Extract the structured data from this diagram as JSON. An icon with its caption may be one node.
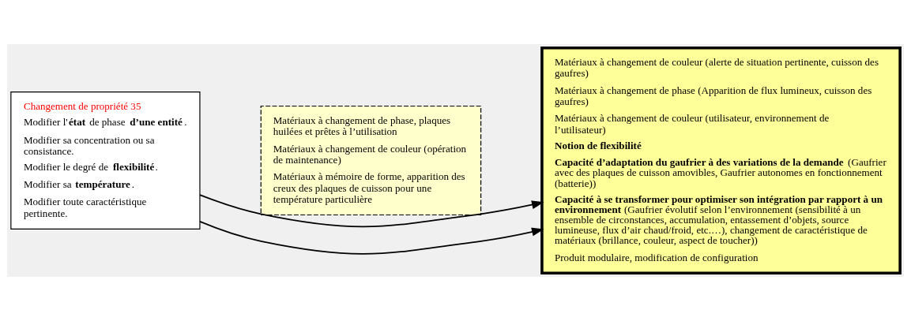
{
  "diagram": {
    "nodes": [
      {
        "text": [
          "Changement de propriété 35",
          "Modifier l'**état** de phase **d’une entité**.",
          "Modifier sa concentration ou sa consistance.",
          "Modifier le degré de **flexibilité**.",
          "Modifier sa **température**.",
          "Modifier toute caractéristique pertinente."
        ]
      },
      {
        "text": [
          "Matériaux à changement de phase, plaques huilées et prêtes à l’utilisation",
          "Matériaux à changement de couleur (opération de maintenance)",
          "Matériaux à mémoire de forme, apparition des creux des plaques de cuisson pour une température particulière"
        ]
      },
      {
        "text": [
          "Matériaux à changement de couleur (alerte de situation pertinente, cuisson des gaufres)",
          "Matériaux à changement de phase (Apparition de flux lumineux, cuisson des gaufres)",
          "Matériaux à changement de couleur (utilisateur, environnement de l’utilisateur)",
          "**Notion de flexibilité**",
          "**Capacité d’adaptation du gaufrier à des variations de la demande** (Gaufrier avec des plaques de cuisson amovibles, Gaufrier autonomes en fonctionnement (batterie))",
          "**Capacité à se transformer pour optimiser son intégration par rapport à un environnement** (Gaufrier évolutif selon l’environnement (sensibilité à un ensemble de circonstances, accumulation, entassement d’objets, source lumineuse, flux d’air chaud/froid, etc.…), changement de caractéristique de matériaux (brillance, couleur, aspect de toucher))",
          "Produit modulaire, modification de configuration"
        ]
      }
    ],
    "edges": [
      {
        "from": 0,
        "to": 2,
        "arrow": "to"
      },
      {
        "from": 0,
        "to": 2,
        "arrow": "to"
      }
    ]
  }
}
